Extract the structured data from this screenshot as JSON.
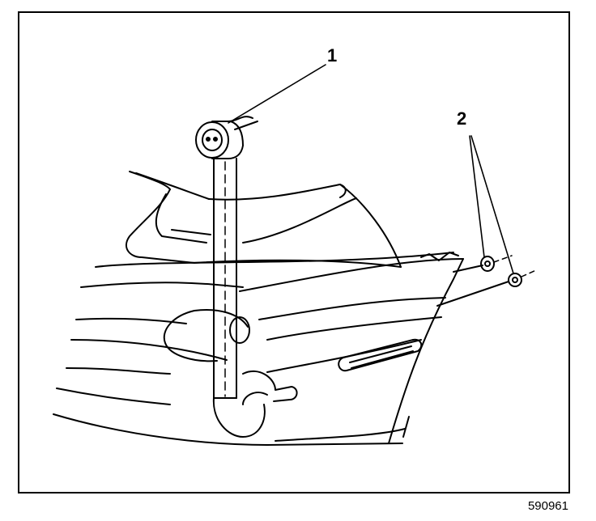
{
  "callouts": [
    {
      "label": "1"
    },
    {
      "label": "2"
    }
  ],
  "figure_id": "590961"
}
